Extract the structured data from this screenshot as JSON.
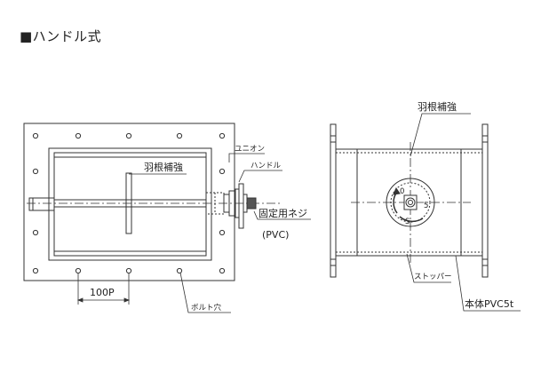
{
  "title": "■ハンドル式",
  "front_view": {
    "label_rib": "羽根補強",
    "label_union": "ユニオン",
    "label_handle": "ハンドル",
    "label_screw": "固定用ネジ",
    "label_screw_material": "(PVC)",
    "label_pitch": "100P",
    "label_bolt_hole": "ボルト穴"
  },
  "side_view": {
    "label_rib": "羽根補強",
    "label_stopper": "ストッパー",
    "label_body": "本体PVC5t",
    "dial_numbers": [
      "0",
      "5"
    ],
    "dial_letters": [
      "S"
    ]
  },
  "colors": {
    "line": "#333333",
    "fill_gray": "#c8c8c8",
    "fill_dark": "#555555"
  }
}
